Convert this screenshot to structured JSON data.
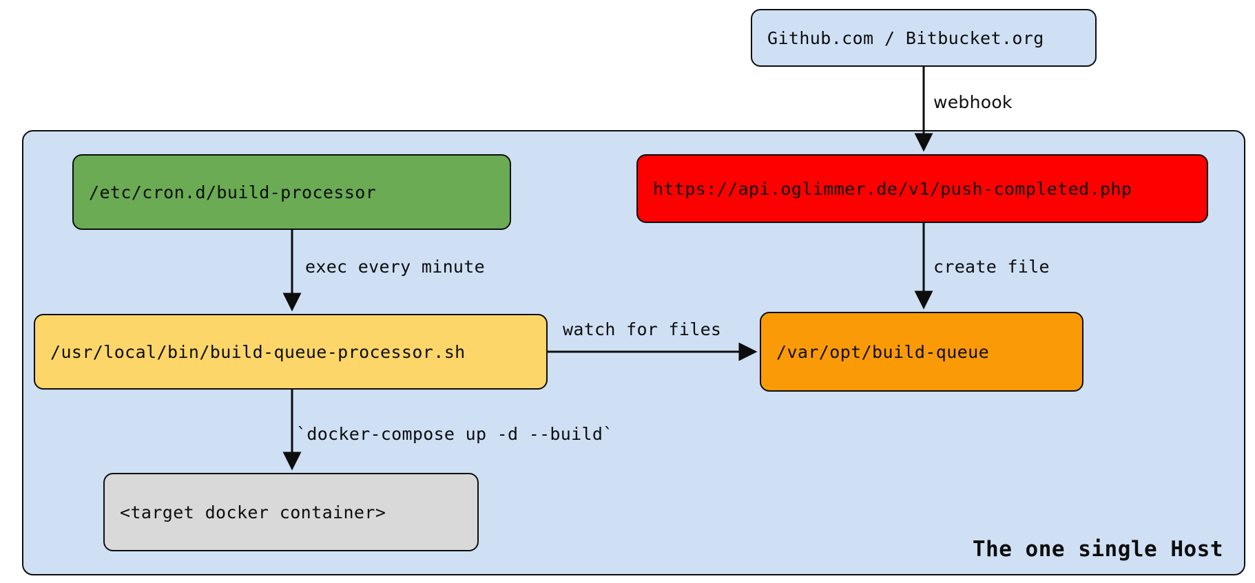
{
  "diagram": {
    "type": "flowchart",
    "background": "#ffffff",
    "nodes": [
      {
        "id": "scm",
        "label": "Github.com / Bitbucket.org",
        "color": "#cfe0f4",
        "shape": "rounded-rect",
        "outside_host": true
      },
      {
        "id": "cron",
        "label": "/etc/cron.d/build-processor",
        "color": "#6aab54",
        "shape": "rounded-rect",
        "outside_host": false
      },
      {
        "id": "webhook-endpoint",
        "label": "https://api.oglimmer.de/v1/push-completed.php",
        "color": "#ff0000",
        "shape": "rounded-rect",
        "outside_host": false
      },
      {
        "id": "queue-processor",
        "label": "/usr/local/bin/build-queue-processor.sh",
        "color": "#fcd668",
        "shape": "rounded-rect",
        "outside_host": false
      },
      {
        "id": "build-queue",
        "label": "/var/opt/build-queue",
        "color": "#fb9a07",
        "shape": "rounded-rect",
        "outside_host": false
      },
      {
        "id": "docker-container",
        "label": "<target docker container>",
        "color": "#d9d9d9",
        "shape": "rounded-rect",
        "outside_host": false
      }
    ],
    "edges": [
      {
        "id": "webhook",
        "from": "scm",
        "to": "webhook-endpoint",
        "label": "webhook",
        "direction": "down"
      },
      {
        "id": "exec",
        "from": "cron",
        "to": "queue-processor",
        "label": "exec every minute",
        "direction": "down"
      },
      {
        "id": "create",
        "from": "webhook-endpoint",
        "to": "build-queue",
        "label": "create file",
        "direction": "down"
      },
      {
        "id": "watch",
        "from": "queue-processor",
        "to": "build-queue",
        "label": "watch for files",
        "direction": "right"
      },
      {
        "id": "compose",
        "from": "queue-processor",
        "to": "docker-container",
        "label": "`docker-compose up -d --build`",
        "direction": "down"
      }
    ],
    "container": {
      "id": "host",
      "title": "The one single Host",
      "color": "#cfe0f4",
      "border_color": "#0d0d0d"
    }
  }
}
